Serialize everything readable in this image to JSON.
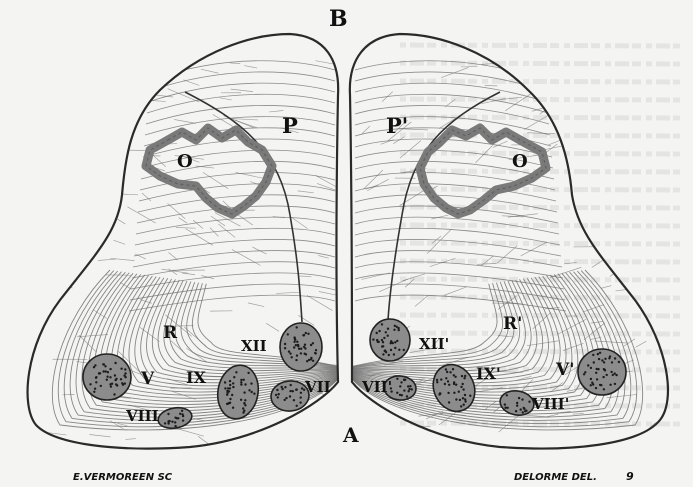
{
  "labels": {
    "top": "B",
    "bottom": "A",
    "p_left": "P",
    "p_right": "P'",
    "o_left": "O",
    "o_right": "O",
    "r_left": "R",
    "r_right": "R'",
    "v_left": "V",
    "v_right": "V'",
    "viii_left": "VIII",
    "viii_right": "VIII'",
    "ix_left": "IX",
    "ix_right": "IX'",
    "xii_left": "XII",
    "xii_right": "XII'",
    "vii_left": "VII",
    "vii_right": "VII'"
  },
  "credits": {
    "engraver": "E.VERMOREEN SC",
    "draftsman": "DELORME DEL.",
    "mark": "9"
  },
  "colors": {
    "outline": "#2a2a2a",
    "fiber": "#6a6a6a",
    "nucleus_fill": "#8c8c8c",
    "nucleus_dots": "#1c1c1c",
    "olive": "#7a7a7a"
  }
}
